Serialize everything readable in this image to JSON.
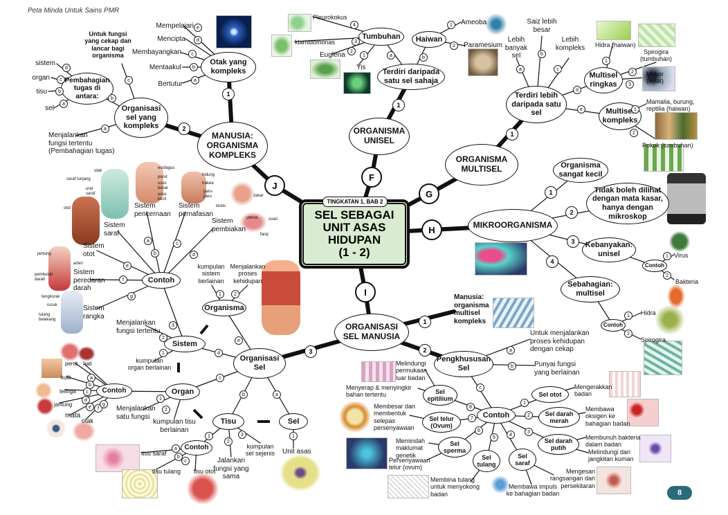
{
  "header": "Peta Minda Untuk Sains PMR",
  "page_number": "8",
  "center": {
    "tag": "TINGKATAN 1, BAB 2",
    "title": "SEL SEBAGAI\nUNIT ASAS\nHIDUPAN\n(1 - 2)"
  },
  "badges": {
    "J": "J",
    "F": "F",
    "G": "G",
    "H": "H",
    "I": "I"
  },
  "nodes": {
    "manusia": "MANUSIA:\nORGANISMA\nKOMPLEKS",
    "otak": "Otak yang\nkompleks",
    "organisasi_kompleks": "Organisasi\nsel yang\nkompleks",
    "pembahagian": "Pembahagian\ntugas di\nantara:",
    "unisel": "ORGANISMA\nUNISEL",
    "satu_sel": "Terdiri daripada\nsatu sel sahaja",
    "tumbuhan": "Tumbuhan",
    "haiwan": "Haiwan",
    "multisel": "ORGANISMA\nMULTISEL",
    "lebih_sel": "Terdiri lebih\ndaripada satu\nsel",
    "ringkas": "Multisel\nringkas",
    "kompleks": "Multisel\nkompleks",
    "mikro": "MIKROORGANISMA",
    "m1": "Organisma\nsangat kecil",
    "m2": "Tidak boleh dilihat\ndengan mata kasar,\nhanya dengan\nmikroskop",
    "m3": "Kebanyakan:\nunisel",
    "m4": "Sebahagian:\nmultisel",
    "contoh_m3": "Contoh",
    "contoh_m4": "Contoh",
    "sel_manusia": "ORGANISASI\nSEL MANUSIA",
    "pengkhususan": "Pengkhususan\nSel",
    "contoh_sel": "Contoh",
    "sel_otot": "Sel otot",
    "sel_darah_merah": "Sel darah\nmerah",
    "sel_darah_putih": "Sel darah\nputih",
    "sel_saraf": "Sel\nsaraf",
    "sel_tulang": "Sel\ntulang",
    "sel_sperma": "Sel\nsperma",
    "sel_telur": "Sel telur\n(Ovum)",
    "sel_epitilium": "Sel\nepitilium",
    "organisasi_sel": "Organisasi\nSel",
    "sistem": "Sistem",
    "organisma": "Organisma",
    "organ": "Organ",
    "tisu": "Tisu",
    "sel": "Sel",
    "contoh_sistem": "Contoh",
    "contoh_organ": "Contoh",
    "contoh_tisu": "Contoh"
  },
  "labels": {
    "mempelajari": "Mempelajari",
    "mencipta": "Mencipta",
    "membayangkan": "Membayangkan",
    "mentaakul": "Mentaakul",
    "bertutur": "Bertutur",
    "untuk_fungsi": "Untuk fungsi\nyang cekap dan\nlancar bagi\norganisma",
    "sistem_lbl": "sistem",
    "organ_lbl": "organ",
    "tisu_lbl": "tisu",
    "sel_lbl": "sel",
    "menjalankan_fungsi": "Menjalankan\nfungsi tertentu\n(Pembahagian tugas)",
    "pleurokokus": "Pleurokokus",
    "klamidomonas": "klamidomonas",
    "euglena": "Euglena",
    "yis": "Yis",
    "ameoba": "Ameoba",
    "paramesium": "Paramesium",
    "lebih_banyak": "Lebih\nbanyak\nsel",
    "saiz_besar": "Saiz lebih\nbesar",
    "lebih_kompleks": "Lebih\nkompleks",
    "hidra_haiwan": "Hidra (haiwan)",
    "spirogira_tumbuhan": "Spirogira\n(tumbuhan)",
    "mukor": "Mukor\n(kulat)",
    "mamalia": "Mamalia, burung,\nreptilia (haiwan)",
    "pokok": "Pokok (tumbuhan)",
    "virus": "Virus",
    "bakteria": "Bakteria",
    "hidra": "Hidra",
    "spirogira": "Spirogira",
    "manusia_multisel": "Manusia:\norganisma\nmultisel\nkompleks",
    "proses_kehidupan": "Untuk menjalankan\nproses kehidupan\ndengan cekap",
    "fungsi_berlainan": "Punyai fungsi\nyang berlainan",
    "mengerakkan": "Mengerakkan\nbadan",
    "membawa_oksigen": "Membawa\noksigen ke\nbahagian badan",
    "membunuh_bakteria": "Membunuh bakteria\ndalam badan",
    "melindungi_kuman": "Melindungi dari\njangkitan kuman",
    "mengesan": "Mengesan\nrangsangan dari\npersekitaran",
    "membawa_impuls": "Membawa impuls\nke bahagian badan",
    "membina_tulang": "Membina tulang\nuntuk menyokong\nbadan",
    "memindah": "Memindah\nmaklumat\ngenetik",
    "persenyawaan": "Persenyawaan\ntelur (ovum)",
    "membesar": "Membesar dan\nmembentuk\nselepas\npersenyawaan",
    "menyerap": "Menyerap & menyingkir\nbahan tertentu",
    "melindungi_permukaan": "Melindungi\npermukaan\nluar badan",
    "kumpulan_sistem": "kumpulan\nsistem\nberlainan",
    "menjalankan_proses": "Menjalankan\nproses\nkehidupan",
    "menjalankan_fungsi_tertentu": "Menjalankan\nfungsi tertentu",
    "kumpulan_organ": "kumpulan\norgan berlainan",
    "menjalankan_satu_fungsi": "Menjalankan\nsatu fungsi",
    "kumpulan_tisu": "kumpulan tisu\nberlainan",
    "kumpulan_sel": "kumpulan\nsel sejenis",
    "jalankan_fungsi": "Jalankan\nfungsi yang\nsama",
    "unit_asas": "Unit asas",
    "tisu_saraf": "tisu saraf",
    "tisu_tulang": "tisu tulang",
    "tisu_otot": "tisu otot",
    "sistem_saraf": "Sistem\nsaraf",
    "sistem_pencernaan": "Sistem\npencernaan",
    "sistem_pernafasan": "Sistem\npernafasan",
    "sistem_pembiakan": "Sistem\npembiakan",
    "sistem_otot": "Sistem\notot",
    "sistem_peredaran": "Sistem\nperedaran\ndarah",
    "sistem_rangka": "Sistem\nrangka",
    "perut": "perut",
    "hati": "hati",
    "kulit": "kulit",
    "telinga": "telinga",
    "jantung": "jantung",
    "mata": "mata",
    "otak_lbl": "otak",
    "fig_otak": "otak",
    "fig_saraf_tunjang": "saraf tunjang",
    "fig_urat_saraf": "urat\nsaraf",
    "fig_otot": "otot",
    "fig_esofagus": "esofagus",
    "fig_perut": "perut",
    "fig_usus": "usus\nbesar",
    "fig_usus_kecil": "usus\nkecil",
    "fig_hidung": "hidung",
    "fig_trakea": "trakea",
    "fig_paru": "paru-\nparu",
    "fig_zakar": "zakar",
    "fig_testis": "testis",
    "fig_uterus": "uterus",
    "fig_ovari": "ovari",
    "fig_faraj": "faraj",
    "fig_jantung": "jantung",
    "fig_arteri": "arteri",
    "fig_pembuluh": "pembuluh\ndarah",
    "fig_tengkorak": "tengkorak",
    "fig_rusuk": "rusuk",
    "fig_tulang_belakang": "tulang\nbelakang"
  }
}
